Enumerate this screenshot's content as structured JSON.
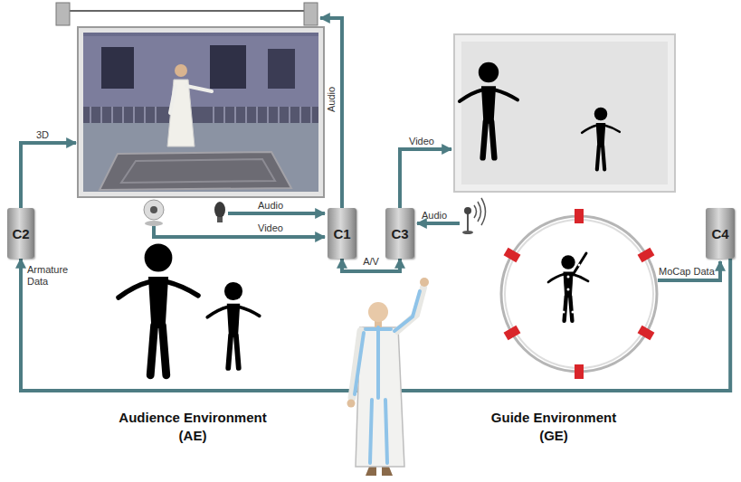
{
  "diagram": {
    "nodes": [
      {
        "text": [
          "C2"
        ]
      },
      {
        "text": [
          "C1"
        ]
      },
      {
        "text": [
          "C3"
        ]
      },
      {
        "text": [
          "C4"
        ]
      }
    ],
    "edges": [
      {
        "from": 1,
        "to": 2,
        "arrow": "both",
        "label": "A/V"
      },
      {
        "from": 3,
        "to": 0,
        "arrow": "to",
        "label": "Armature Data"
      }
    ],
    "labels": [
      "3D",
      "Audio",
      "Audio",
      "Video",
      "Video",
      "Audio",
      "MoCap Data",
      "Audience Environment (AE)",
      "Guide Environment (GE)"
    ]
  }
}
